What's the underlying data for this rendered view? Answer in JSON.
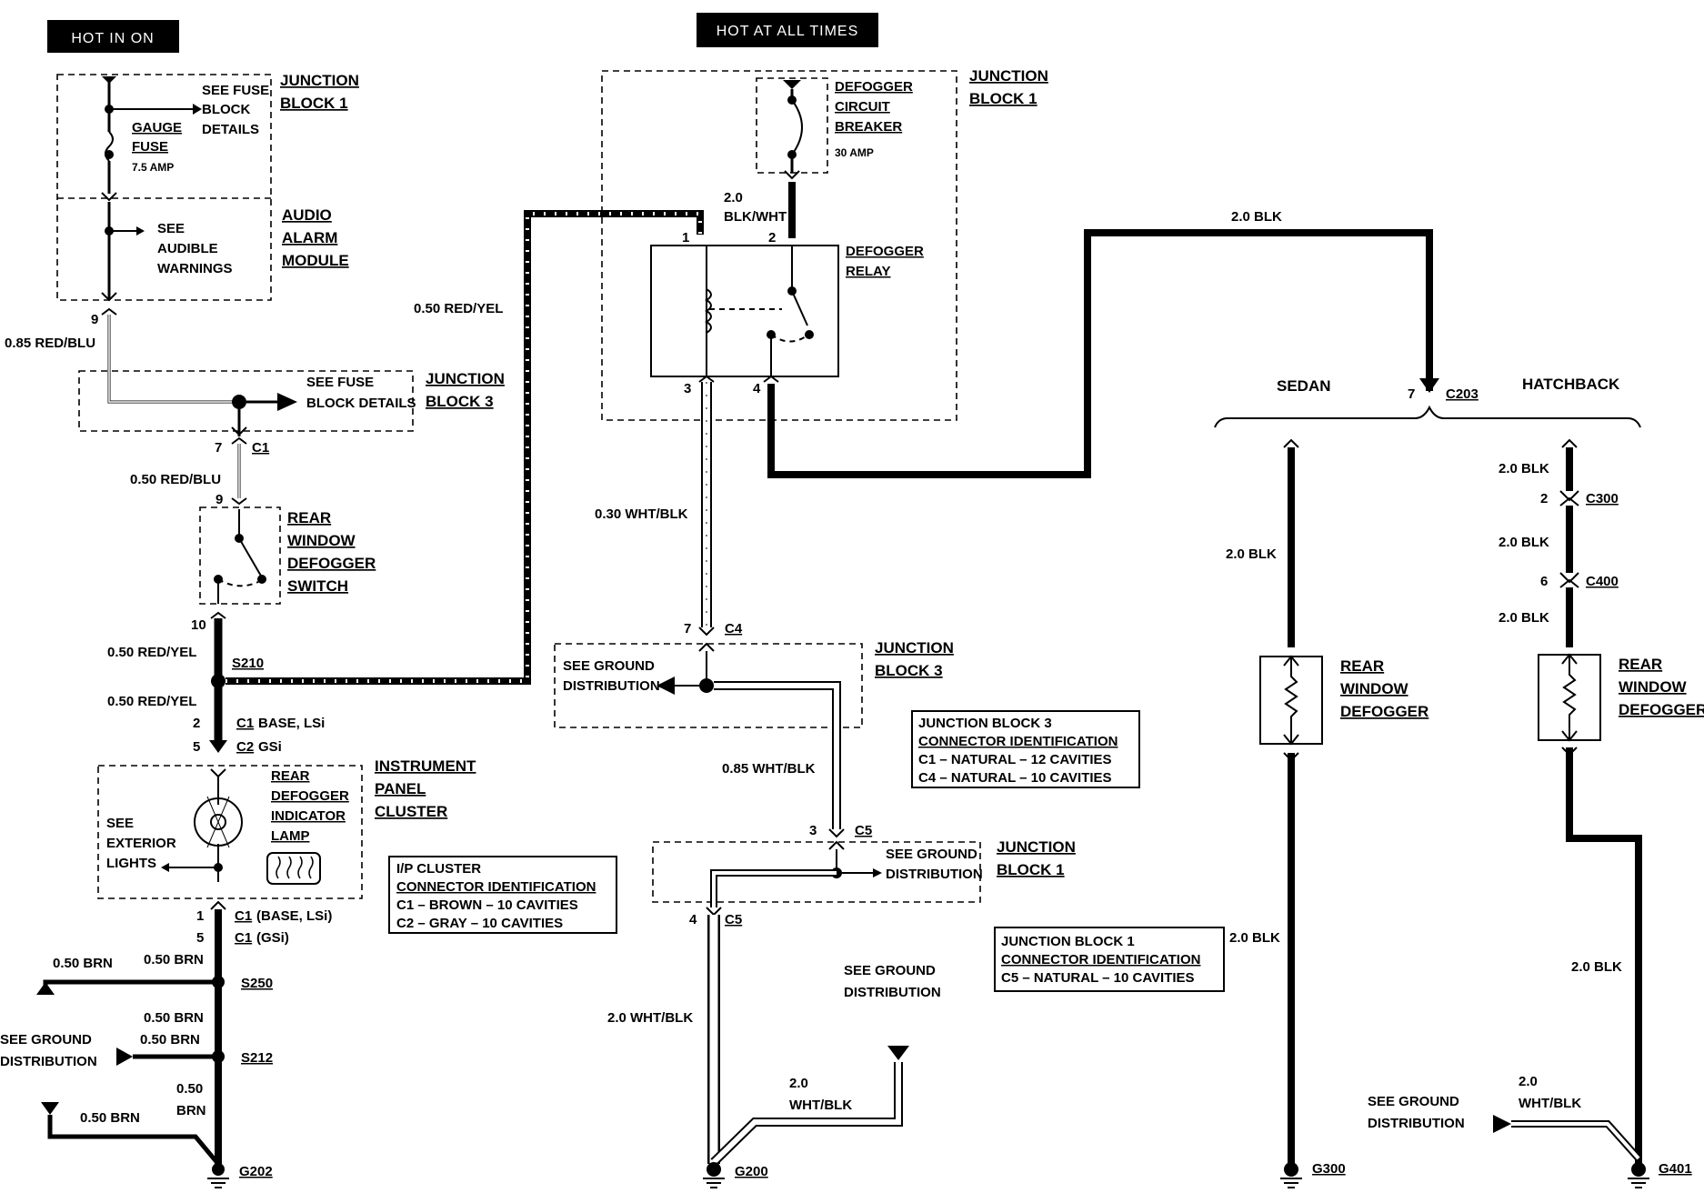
{
  "headers": {
    "hot_in_on": "HOT IN ON",
    "hot_at_all_times": "HOT AT ALL TIMES"
  },
  "blocks": {
    "jb1_left": {
      "line1": "JUNCTION",
      "line2": "BLOCK 1"
    },
    "jb1_top": {
      "line1": "JUNCTION",
      "line2": "BLOCK 1"
    },
    "jb3_left": {
      "line1": "JUNCTION",
      "line2": "BLOCK 3"
    },
    "jb3_mid": {
      "line1": "JUNCTION",
      "line2": "BLOCK 3"
    },
    "jb1_bottom": {
      "line1": "JUNCTION",
      "line2": "BLOCK 1"
    },
    "audio_alarm": {
      "line1": "AUDIO",
      "line2": "ALARM",
      "line3": "MODULE"
    },
    "instrument_panel": {
      "line1": "INSTRUMENT",
      "line2": "PANEL",
      "line3": "CLUSTER"
    }
  },
  "notes": {
    "see_fuse_block": {
      "line1": "SEE FUSE",
      "line2": "BLOCK",
      "line3": "DETAILS"
    },
    "gauge_fuse": {
      "line1": "GAUGE",
      "line2": "FUSE",
      "line3": "7.5 AMP"
    },
    "audible": {
      "line1": "SEE",
      "line2": "AUDIBLE",
      "line3": "WARNINGS"
    },
    "fuse_block_details": {
      "line1": "SEE FUSE",
      "line2": "BLOCK DETAILS"
    },
    "exterior_lights": {
      "line1": "SEE",
      "line2": "EXTERIOR",
      "line3": "LIGHTS"
    },
    "indicator_lamp": {
      "line1": "REAR",
      "line2": "DEFOGGER",
      "line3": "INDICATOR",
      "line4": "LAMP"
    },
    "circuit_breaker": {
      "line1": "DEFOGGER",
      "line2": "CIRCUIT",
      "line3": "BREAKER",
      "line4": "30 AMP"
    },
    "relay": {
      "line1": "DEFOGGER",
      "line2": "RELAY"
    },
    "ground_jb3": {
      "line1": "SEE GROUND",
      "line2": "DISTRIBUTION"
    },
    "ground_jb1": {
      "line1": "SEE GROUND",
      "line2": "DISTRIBUTION"
    },
    "ground_center": {
      "line1": "SEE GROUND",
      "line2": "DISTRIBUTION"
    },
    "ground_left": {
      "line1": "SEE GROUND",
      "line2": "DISTRIBUTION"
    },
    "ground_right": {
      "line1": "SEE GROUND",
      "line2": "DISTRIBUTION"
    }
  },
  "switch": {
    "line1": "REAR",
    "line2": "WINDOW",
    "line3": "DEFOGGER",
    "line4": "SWITCH"
  },
  "defoggers": {
    "sedan": {
      "line1": "REAR",
      "line2": "WINDOW",
      "line3": "DEFOGGER"
    },
    "hatchback": {
      "line1": "REAR",
      "line2": "WINDOW",
      "line3": "DEFOGGER"
    }
  },
  "variants": {
    "sedan": "SEDAN",
    "hatchback": "HATCHBACK"
  },
  "wires": {
    "w085_red_blu": "0.85 RED/BLU",
    "w050_red_blu": "0.50 RED/BLU",
    "w050_red_yel_top": "0.50 RED/YEL",
    "w050_red_yel_a": "0.50 RED/YEL",
    "w050_red_yel_b": "0.50 RED/YEL",
    "w20_top": "2.0",
    "w_blk_wht": "BLK/WHT",
    "w030_wht_blk": "0.30 WHT/BLK",
    "w085_wht_blk": "0.85 WHT/BLK",
    "w20_wht_blk": "2.0 WHT/BLK",
    "w20_center_a": "2.0",
    "w20_center_b": "WHT/BLK",
    "w20_right_a": "2.0",
    "w20_right_b": "WHT/BLK",
    "w20_blk_top": "2.0 BLK",
    "w20_blk_sedan": "2.0 BLK",
    "w20_blk_sedan_low": "2.0 BLK",
    "w20_blk_h1": "2.0 BLK",
    "w20_blk_h2": "2.0 BLK",
    "w20_blk_h3": "2.0 BLK",
    "w20_blk_h_low": "2.0 BLK",
    "w050_brn_a": "0.50 BRN",
    "w050_brn_b": "0.50 BRN",
    "w050_brn_c": "0.50 BRN",
    "w050_brn_d": "0.50 BRN",
    "w050_e": "0.50",
    "w_brn_e": "BRN",
    "w050_brn_f": "0.50 BRN"
  },
  "pins": {
    "p9_top": "9",
    "p7_c1": "7",
    "p9_sw": "9",
    "p10_sw": "10",
    "p2_c1": "2",
    "p5_c2": "5",
    "p1_c1": "1",
    "p5_c1": "5",
    "p1_relay": "1",
    "p2_relay": "2",
    "p3_relay": "3",
    "p4_relay": "4",
    "p7_c4": "7",
    "p3_c5": "3",
    "p4_c5": "4",
    "p7_c203": "7",
    "p2_c300": "2",
    "p6_c400": "6"
  },
  "connectors": {
    "c1": "C1",
    "c1_base": "C1",
    "c1_base_suffix": "BASE, LSi",
    "c2_gsi": "C2",
    "c2_gsi_suffix": "GSi",
    "c1_base2": "C1",
    "c1_base2_suffix": "(BASE, LSi)",
    "c1_gsi2": "C1",
    "c1_gsi2_suffix": "(GSi)",
    "c4": "C4",
    "c5_top": "C5",
    "c5_bottom": "C5",
    "c203": "C203",
    "c300": "C300",
    "c400": "C400"
  },
  "splices": {
    "s210": "S210",
    "s250": "S250",
    "s212": "S212"
  },
  "grounds": {
    "g202": "G202",
    "g200": "G200",
    "g300": "G300",
    "g401": "G401"
  },
  "info_boxes": {
    "ip_cluster": {
      "title": "I/P CLUSTER",
      "subtitle": "CONNECTOR IDENTIFICATION",
      "line1": "C1 – BROWN – 10 CAVITIES",
      "line2": "C2 – GRAY – 10 CAVITIES"
    },
    "jb3_conn": {
      "title": "JUNCTION BLOCK 3",
      "subtitle": "CONNECTOR IDENTIFICATION",
      "line1": "C1 – NATURAL – 12 CAVITIES",
      "line2": "C4 – NATURAL – 10 CAVITIES"
    },
    "jb1_conn": {
      "title": "JUNCTION BLOCK 1",
      "subtitle": "CONNECTOR IDENTIFICATION",
      "line1": "C5 – NATURAL – 10 CAVITIES"
    }
  }
}
